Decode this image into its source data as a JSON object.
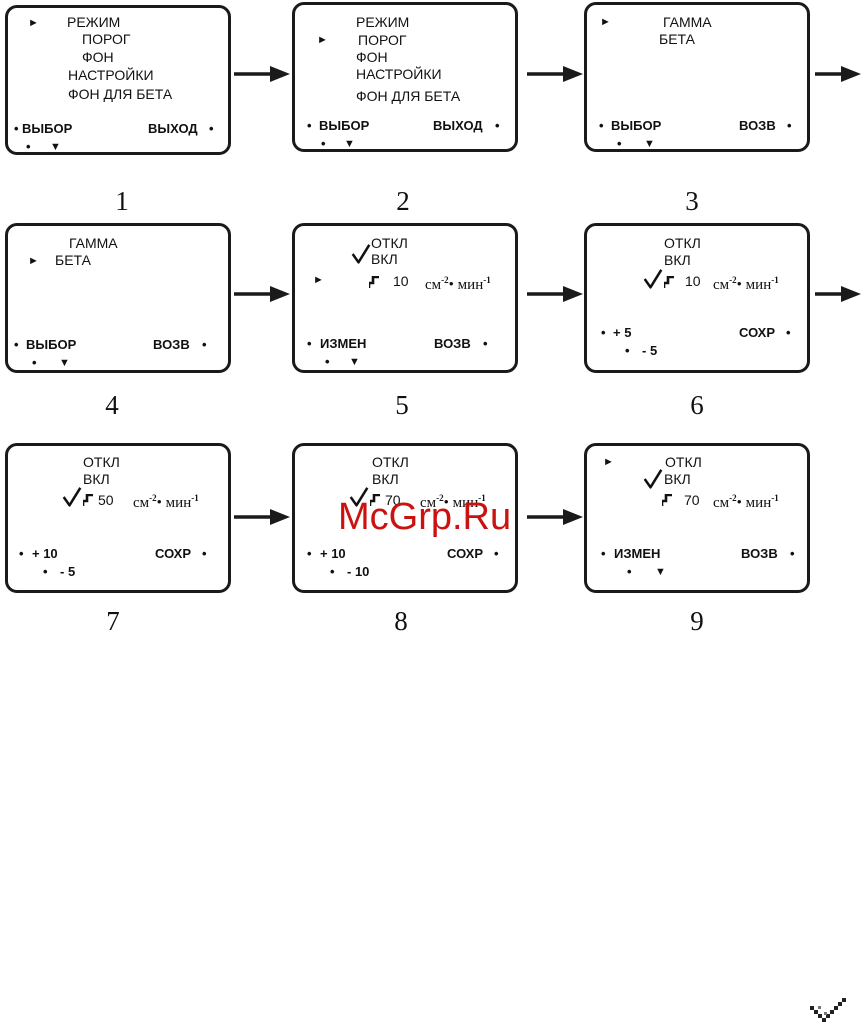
{
  "labels": {
    "mode": "РЕЖИМ",
    "threshold": "ПОРОГ",
    "background": "ФОН",
    "settings": "НАСТРОЙКИ",
    "beta_background": "ФОН ДЛЯ БЕТА",
    "gamma": "ГАММА",
    "beta": "БЕТА",
    "off": "ОТКЛ",
    "on": "ВКЛ",
    "unit_cm": "см",
    "unit_cm_exp": "-2",
    "unit_dot": "•",
    "unit_min": "мин",
    "unit_min_exp": "-1"
  },
  "softkeys": {
    "select": "ВЫБОР",
    "exit": "ВЫХОД",
    "back": "ВОЗВ",
    "change": "ИЗМЕН",
    "save": "СОХР"
  },
  "steps": {
    "plus5": "+ 5",
    "minus5": "- 5",
    "plus10": "+ 10",
    "minus10": "- 10"
  },
  "values": {
    "s5": "10",
    "s6": "10",
    "s7": "50",
    "s8": "70",
    "s9": "70"
  },
  "glyphs": {
    "bullet": "•",
    "pointer": "►",
    "down": "▼"
  },
  "numbers": [
    "1",
    "2",
    "3",
    "4",
    "5",
    "6",
    "7",
    "8",
    "9"
  ],
  "watermark": "McGrp.Ru",
  "icons": [
    "pointer-icon",
    "check-icon",
    "threshold-step-icon",
    "down-arrow-icon",
    "flow-arrow-icon",
    "watermark-logo-icon"
  ]
}
